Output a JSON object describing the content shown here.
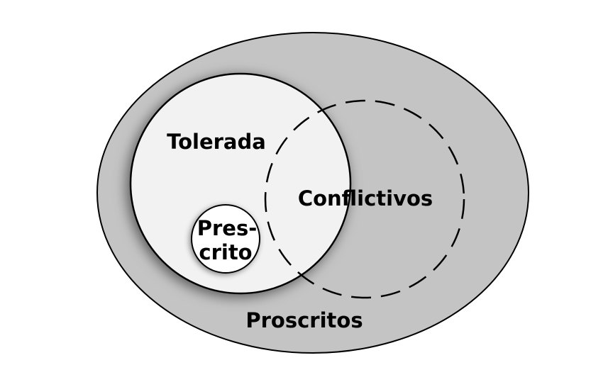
{
  "labels": {
    "outer": "Proscritos",
    "tolerated": "Tolerada",
    "conflicting": "Conflictivos",
    "prescribed_line1": "Pres-",
    "prescribed_line2": "crito"
  },
  "colors": {
    "background": "#ffffff",
    "outer_fill": "#c4c4c4",
    "tolerated_fill": "#f2f2f2",
    "prescribed_fill": "#ffffff",
    "stroke": "#000000"
  }
}
